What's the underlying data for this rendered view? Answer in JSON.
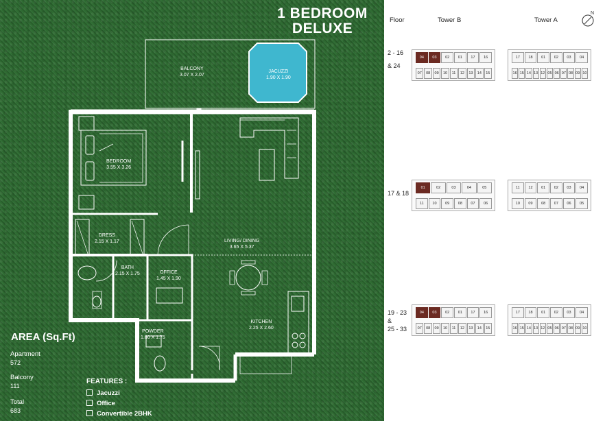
{
  "title": {
    "line1": "1 BEDROOM",
    "line2": "DELUXE"
  },
  "rooms": {
    "balcony": {
      "name": "BALCONY",
      "dims": "3.07 X 2.07"
    },
    "jacuzzi": {
      "name": "JACUZZI",
      "dims": "1.90 X 1.90"
    },
    "bedroom": {
      "name": "BEDROOM",
      "dims": "3.55 X 3.26"
    },
    "dress": {
      "name": "DRESS",
      "dims": "2.15 X 1.17"
    },
    "bath": {
      "name": "BATH",
      "dims": "2.15 X 1.75"
    },
    "office": {
      "name": "OFFICE",
      "dims": "1.45 X 1.90"
    },
    "living": {
      "name": "LIVING/ DINING",
      "dims": "3.65 X 5.37"
    },
    "kitchen": {
      "name": "KITCHEN",
      "dims": "2.25 X 2.60"
    },
    "powder": {
      "name": "POWDER",
      "dims": "1.60 X 1.75"
    }
  },
  "area": {
    "title": "AREA (Sq.Ft)",
    "apartment_label": "Apartment",
    "apartment_value": "572",
    "balcony_label": "Balcony",
    "balcony_value": "111",
    "total_label": "Total",
    "total_value": "683"
  },
  "features": {
    "title": "FEATURES :",
    "items": [
      "Jacuzzi",
      "Office",
      "Convertible 2BHK"
    ]
  },
  "keyplan": {
    "floor_header": "Floor",
    "tower_b": "Tower B",
    "tower_a": "Tower A",
    "compass": "N",
    "rows": [
      {
        "floor_line1": "2 - 16",
        "floor_line2": "& 24",
        "floor_line3": "",
        "b_top": [
          "04",
          "03",
          "02",
          "01",
          "17",
          "16"
        ],
        "b_bottom": [
          "07",
          "08",
          "09",
          "10",
          "11",
          "12",
          "13",
          "14",
          "15"
        ],
        "b_highlight": [
          "04",
          "03"
        ],
        "a_top": [
          "17",
          "18",
          "01",
          "02",
          "03",
          "04"
        ],
        "a_bottom": [
          "16",
          "15",
          "14",
          "13",
          "12",
          "05",
          "06",
          "07",
          "08",
          "09",
          "10"
        ]
      },
      {
        "floor_line1": "17 & 18",
        "floor_line2": "",
        "floor_line3": "",
        "b_top": [
          "01",
          "02",
          "03",
          "04",
          "05"
        ],
        "b_bottom": [
          "11",
          "10",
          "09",
          "08",
          "07",
          "06"
        ],
        "b_highlight": [
          "01"
        ],
        "a_top": [
          "11",
          "12",
          "01",
          "02",
          "03",
          "04"
        ],
        "a_bottom": [
          "10",
          "09",
          "08",
          "07",
          "06",
          "05"
        ]
      },
      {
        "floor_line1": "19 - 23",
        "floor_line2": "&",
        "floor_line3": "25 - 33",
        "b_top": [
          "04",
          "03",
          "02",
          "01",
          "17",
          "16"
        ],
        "b_bottom": [
          "07",
          "08",
          "09",
          "10",
          "11",
          "12",
          "13",
          "14",
          "15"
        ],
        "b_highlight": [
          "04",
          "03"
        ],
        "a_top": [
          "17",
          "18",
          "01",
          "02",
          "03",
          "04"
        ],
        "a_bottom": [
          "16",
          "15",
          "14",
          "13",
          "12",
          "05",
          "06",
          "07",
          "08",
          "09",
          "10"
        ]
      }
    ]
  }
}
